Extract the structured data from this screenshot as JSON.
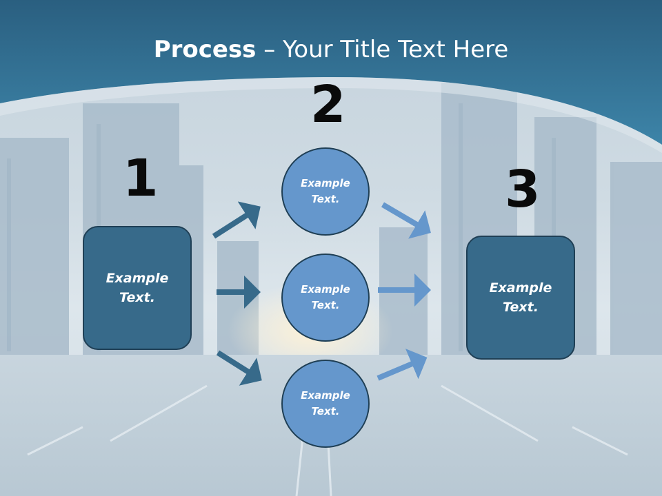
{
  "title": {
    "bold": "Process",
    "rest": " – Your Title Text Here"
  },
  "steps": [
    {
      "number": "1",
      "text": "Example Text."
    },
    {
      "number": "2",
      "items": [
        "Example Text.",
        "Example Text.",
        "Example Text."
      ]
    },
    {
      "number": "3",
      "text": "Example Text."
    }
  ],
  "colors": {
    "header": "#2f6b8e",
    "box_fill": "#376a8a",
    "circle_fill": "#6597cc",
    "arrow_dark": "#376a8a",
    "arrow_light": "#6597cc"
  }
}
